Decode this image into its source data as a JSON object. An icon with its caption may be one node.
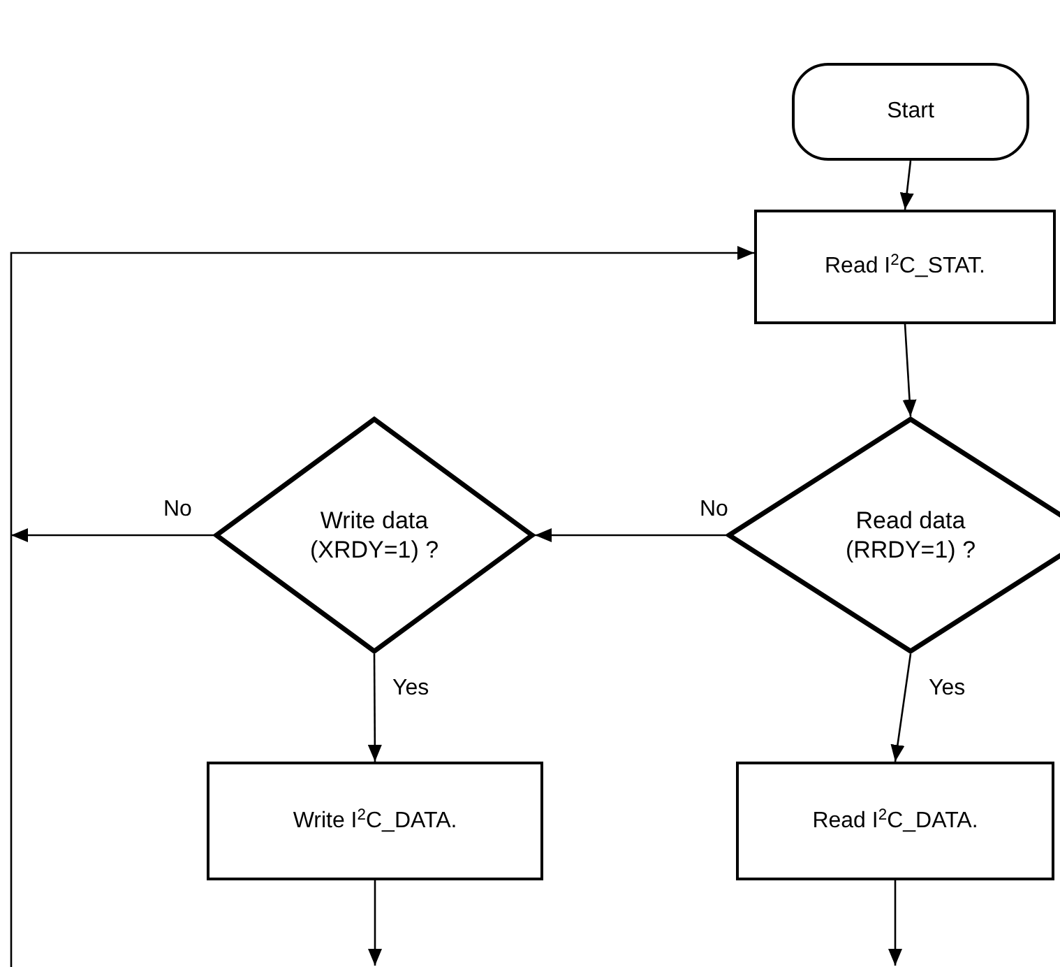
{
  "diagram": {
    "nodes": [
      {
        "text": [
          "Start"
        ]
      },
      {
        "text": [
          "Read I$^{2}$C_STAT."
        ]
      },
      {
        "text": [
          "Read data (RRDY=1) ?"
        ]
      },
      {
        "text": [
          "Write data (XRDY=1) ?"
        ]
      },
      {
        "text": [
          "Write I$^{2}$C_DATA."
        ]
      },
      {
        "text": [
          "Read I$^{2}$C_DATA."
        ]
      }
    ],
    "edges": [
      {
        "from": 0,
        "to": 1,
        "arrow": "to"
      },
      {
        "from": 1,
        "to": 2,
        "arrow": "to"
      },
      {
        "from": 2,
        "to": 3,
        "arrow": "to",
        "label": "No"
      },
      {
        "from": 2,
        "to": 5,
        "arrow": "to",
        "label": "Yes"
      },
      {
        "from": 3,
        "to": 4,
        "arrow": "to",
        "label": "Yes"
      },
      {
        "from": 3,
        "to": null,
        "arrow": "to",
        "label": "No"
      },
      {
        "from": null,
        "to": 1,
        "arrow": "to"
      },
      {
        "from": 4,
        "to": null,
        "arrow": "to"
      },
      {
        "from": 5,
        "to": null,
        "arrow": "to"
      }
    ]
  }
}
